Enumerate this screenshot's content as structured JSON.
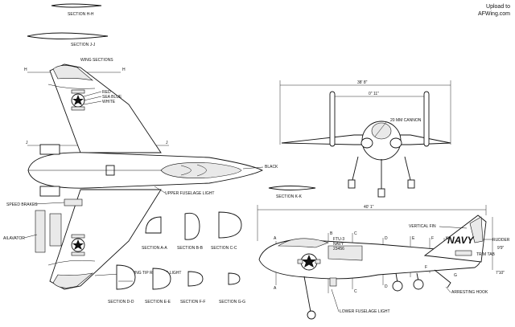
{
  "watermark": {
    "line1": "Upload to",
    "line2": "AFWing.com"
  },
  "wing_sections": {
    "title": "WING SECTIONS",
    "section_h": "SECTION H-H",
    "section_j": "SECTION J-J"
  },
  "plan_view": {
    "markers": {
      "h": "H",
      "j": "J"
    },
    "labels": {
      "red": "RED",
      "sea_blue": "SEA BLUE",
      "white": "WHITE",
      "black": "BLACK",
      "upper_fuselage_light": "UPPER FUSELAGE LIGHT",
      "speed_brakes": "SPEED BRAKES",
      "ailavator": "AILAVATOR",
      "wing_tip_running_light": "WING TIP RUNNING LIGHT"
    }
  },
  "front_view": {
    "span": "38' 8\"",
    "inner_span": "0\" 11\"",
    "cannon": "20 MM CANNON",
    "section_k": "SECTION K-K"
  },
  "side_view": {
    "length": "40' 1\"",
    "serial": {
      "line1": "FTU-3",
      "line2": "NAVY",
      "line3": "23456"
    },
    "navy": "NAVY",
    "vertical_fin": "VERTICAL FIN",
    "rudder": "RUDDER",
    "trim_tab": "TRIM TAB",
    "arresting_hook": "ARRESTING HOOK",
    "lower_fuselage_light": "LOWER FUSELAGE LIGHT",
    "height": "9'9\"",
    "height_small": "7'10\"",
    "letters": [
      "A",
      "B",
      "C",
      "D",
      "E",
      "F",
      "G",
      "K"
    ]
  },
  "fuselage_sections": {
    "section_a": "SECTION A-A",
    "section_b": "SECTION B-B",
    "section_c": "SECTION C-C",
    "section_d": "SECTION D-D",
    "section_e": "SECTION E-E",
    "section_f": "SECTION F-F",
    "section_g": "SECTION G-G"
  }
}
